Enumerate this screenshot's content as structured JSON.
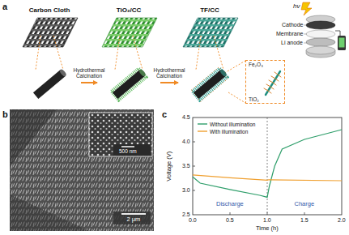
{
  "diagram": {
    "nodes": [
      {
        "text": [
          "Carbon Cloth"
        ]
      },
      {
        "text": [
          "TiO₂/CC"
        ]
      },
      {
        "text": [
          "TF/CC"
        ]
      },
      {
        "text": [
          "Fe₂O₃",
          "TiO₂"
        ]
      }
    ],
    "edges": [
      {
        "from": 0,
        "to": 1,
        "arrow": "to",
        "label": "Hydrothermal Calcination"
      },
      {
        "from": 1,
        "to": 2,
        "arrow": "to",
        "label": "Hydrothermal Calcination"
      }
    ],
    "labels": [
      "a",
      "hν",
      "Cathode",
      "Membrane",
      "Li anode",
      "b",
      "500 nm",
      "2 μm",
      "c",
      "4.5",
      "4.0",
      "3.5",
      "3.0",
      "2.5",
      "0.0",
      "0.5",
      "1.0",
      "1.5",
      "2.0",
      "Voltage (V)",
      "Time (h)",
      "Discharge",
      "Charge"
    ],
    "legend": [
      {
        "text": "Without illumination"
      },
      {
        "text": "With illumination"
      }
    ]
  }
}
